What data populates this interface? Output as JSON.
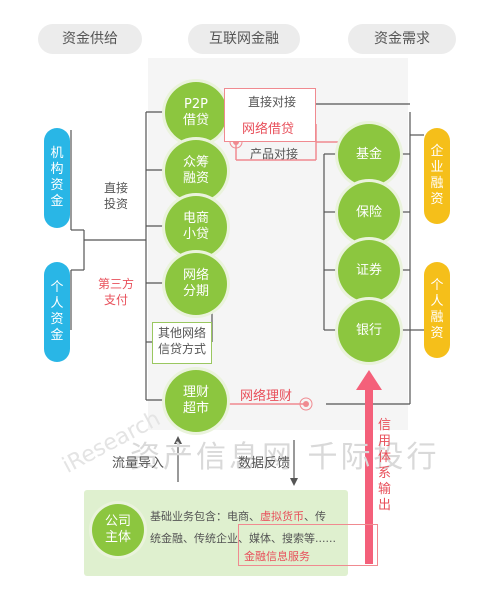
{
  "headers": {
    "supply": "资金供给",
    "internet_finance": "互联网金融",
    "demand": "资金需求"
  },
  "suppliers": {
    "institutional": [
      "机",
      "构",
      "资",
      "金"
    ],
    "individual": [
      "个",
      "人",
      "资",
      "金"
    ]
  },
  "demanders": {
    "enterprise": [
      "企",
      "业",
      "融",
      "资"
    ],
    "individual": [
      "个",
      "人",
      "融",
      "资"
    ]
  },
  "channel_labels": {
    "direct_investment": [
      "直接",
      "投资"
    ],
    "third_party_payment": [
      "第三方",
      "支付"
    ]
  },
  "internet_nodes": [
    [
      "P2P",
      "借贷"
    ],
    [
      "众筹",
      "融资"
    ],
    [
      "电商",
      "小贷"
    ],
    [
      "网络",
      "分期"
    ]
  ],
  "other_network": [
    "其他网络",
    "信贷方式"
  ],
  "wealth_market": [
    "理财",
    "超市"
  ],
  "traditional_nodes": [
    "基金",
    "保险",
    "证券",
    "银行"
  ],
  "network_lending": {
    "direct": "直接对接",
    "title": "网络借贷",
    "product": "产品对接"
  },
  "network_wealth": "网络理财",
  "traffic_import": "流量导入",
  "data_feedback": "数据反馈",
  "credit_output": [
    "信",
    "用",
    "体",
    "系",
    "输",
    "出"
  ],
  "company": [
    "公司",
    "主体"
  ],
  "business": {
    "line1_prefix": "基础业务包含：电商、",
    "line1_highlight": "虚拟货币",
    "line1_suffix": "、传",
    "line2": "统金融、传统企业、媒体、搜索等......",
    "line3": "金融信息服务"
  },
  "watermarks": {
    "brand": "iResearch",
    "site": "资产信息网 千际投行"
  },
  "colors": {
    "green": "#8cc63f",
    "blue": "#29b6e6",
    "yellow": "#f5bf1a",
    "red": "#e8505b",
    "pink": "#f08a90"
  }
}
